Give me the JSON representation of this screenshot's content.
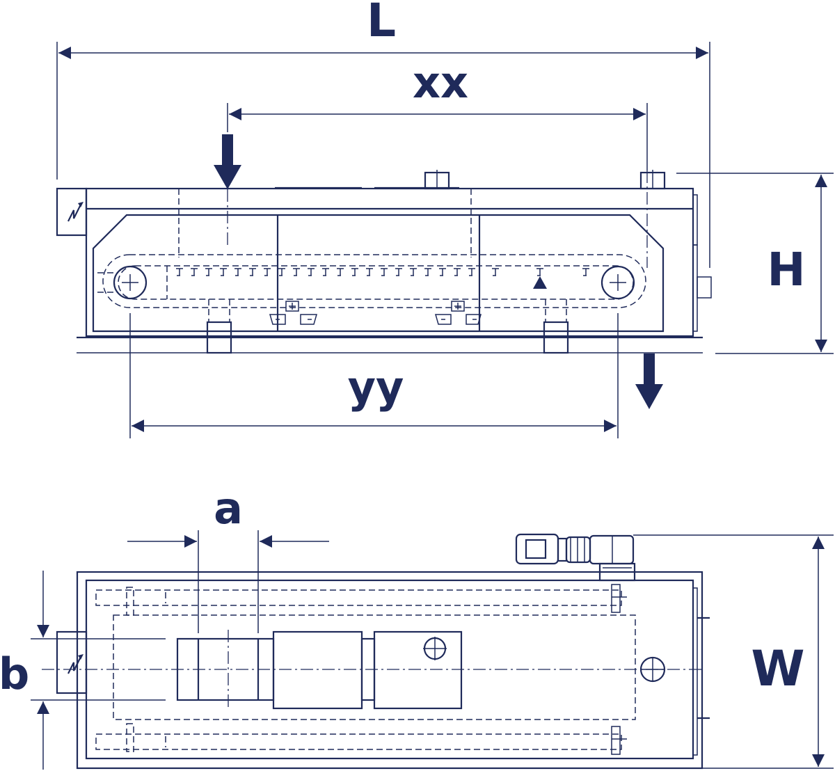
{
  "colors": {
    "ink": "#1f2a5a",
    "background": "#ffffff"
  },
  "labels": {
    "length": "L",
    "spacing_top": "xx",
    "spacing_bottom": "yy",
    "height": "H",
    "width": "W",
    "dim_a": "a",
    "dim_b": "b"
  },
  "icons": {
    "side_view_box": "lightning-icon",
    "plan_view_box": "lightning-icon"
  }
}
